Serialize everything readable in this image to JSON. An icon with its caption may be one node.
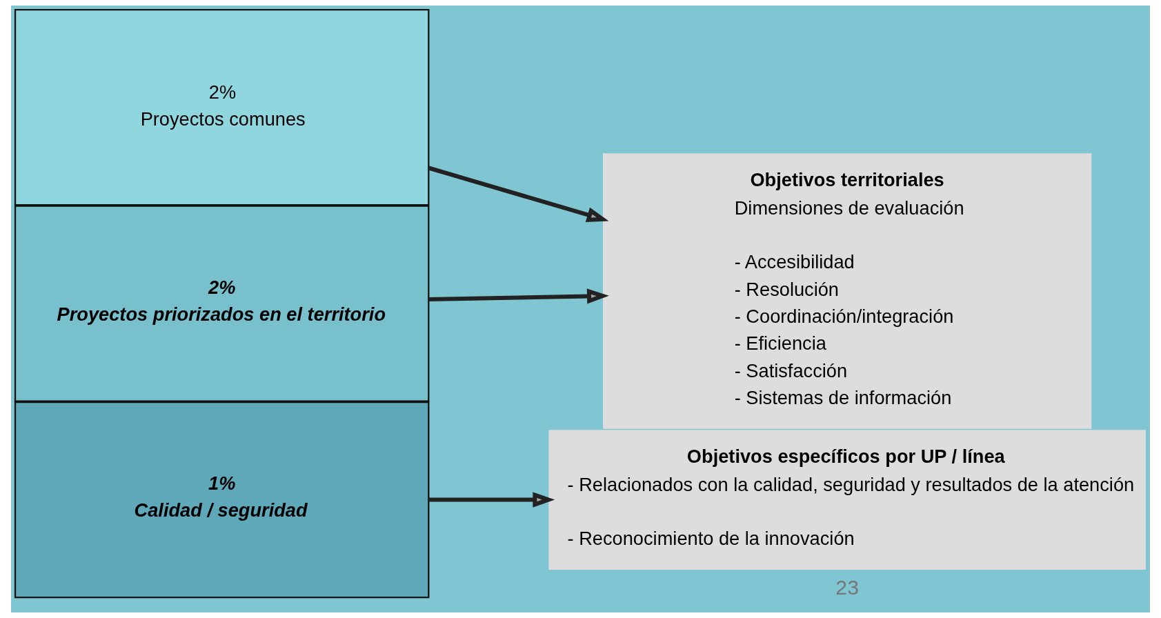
{
  "diagram": {
    "nodes": [
      {
        "text": [
          "2%",
          "Proyectos comunes"
        ]
      },
      {
        "text": [
          "2%",
          "Proyectos priorizados en el territorio"
        ]
      },
      {
        "text": [
          "1%",
          "Calidad / seguridad"
        ]
      },
      {
        "text": [
          "Objetivos territoriales",
          "Dimensiones de evaluación",
          "- Accesibilidad",
          "- Resolución",
          "- Coordinación/integración",
          "- Eficiencia",
          "- Satisfacción",
          "- Sistemas de información"
        ]
      },
      {
        "text": [
          "Objetivos específicos por UP / línea",
          "- Relacionados con la calidad, seguridad y resultados de la atención",
          "- Reconocimiento de la innovación"
        ]
      }
    ],
    "edges": [
      {
        "from": 0,
        "to": 3,
        "arrow": "to"
      },
      {
        "from": 1,
        "to": 3,
        "arrow": "to"
      },
      {
        "from": 2,
        "to": 4,
        "arrow": "to"
      }
    ],
    "labels": [
      "23"
    ]
  }
}
